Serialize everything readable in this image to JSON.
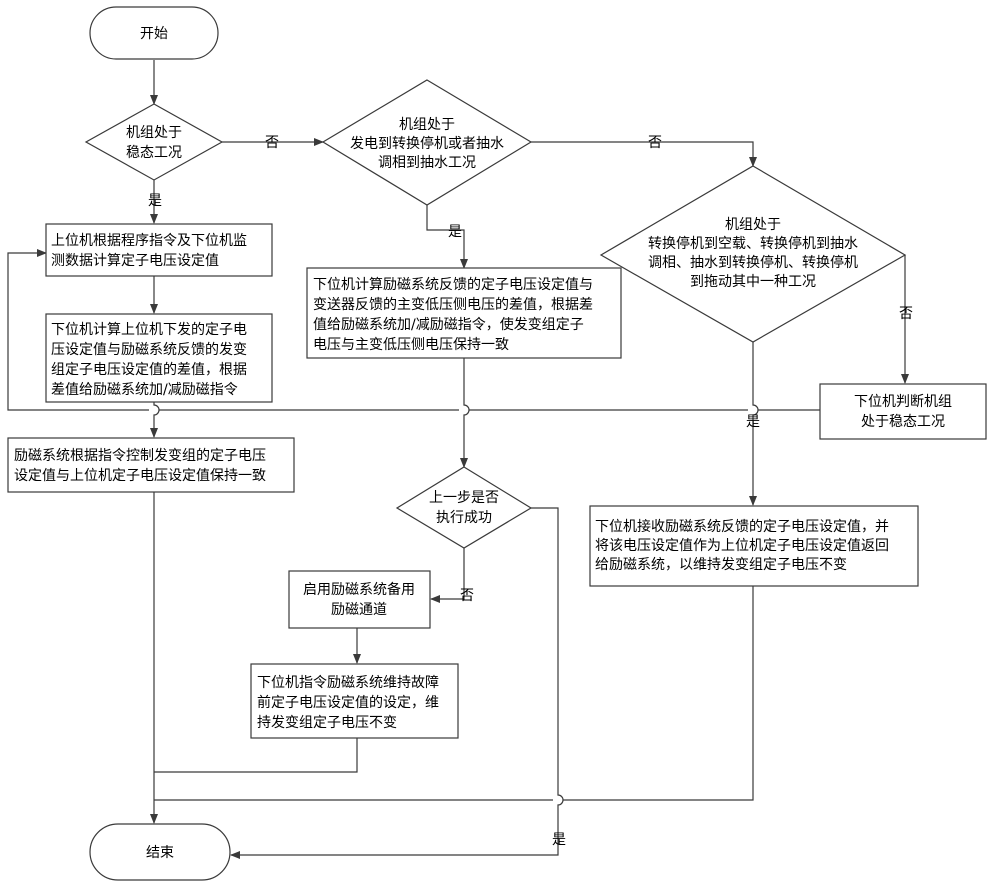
{
  "nodes": {
    "start": "开始",
    "d1": [
      "机组处于",
      "稳态工况"
    ],
    "d2": [
      "机组处于",
      "发电到转换停机或者抽水",
      "调相到抽水工况"
    ],
    "d3": [
      "机组处于",
      "转换停机到空载、转换停机到抽水",
      "调相、抽水到转换停机、转换停机",
      "到拖动其中一种工况"
    ],
    "b1": [
      "上位机根据程序指令及下位机监",
      "测数据计算定子电压设定值"
    ],
    "b2": [
      "下位机计算上位机下发的定子电",
      "压设定值与励磁系统反馈的发变",
      "组定子电压设定值的差值，根据",
      "差值给励磁系统加/减励磁指令"
    ],
    "b3": [
      "下位机计算励磁系统反馈的定子电压设定值与",
      "变送器反馈的主变低压侧电压的差值，根据差",
      "值给励磁系统加/减励磁指令，使发变组定子",
      "电压与主变低压侧电压保持一致"
    ],
    "b4": [
      "下位机判断机组",
      "处于稳态工况"
    ],
    "b5": [
      "励磁系统根据指令控制发变组的定子电压",
      "设定值与上位机定子电压设定值保持一致"
    ],
    "d4": [
      "上一步是否",
      "执行成功"
    ],
    "b6": [
      "下位机接收励磁系统反馈的定子电压设定值，并",
      "将该电压设定值作为上位机定子电压设定值返回",
      "给励磁系统，以维持发变组定子电压不变"
    ],
    "b7": [
      "启用励磁系统备用",
      "励磁通道"
    ],
    "b8": [
      "下位机指令励磁系统维持故障",
      "前定子电压设定值的设定，维",
      "持发变组定子电压不变"
    ],
    "end": "结束"
  },
  "labels": {
    "yes": "是",
    "no": "否"
  }
}
